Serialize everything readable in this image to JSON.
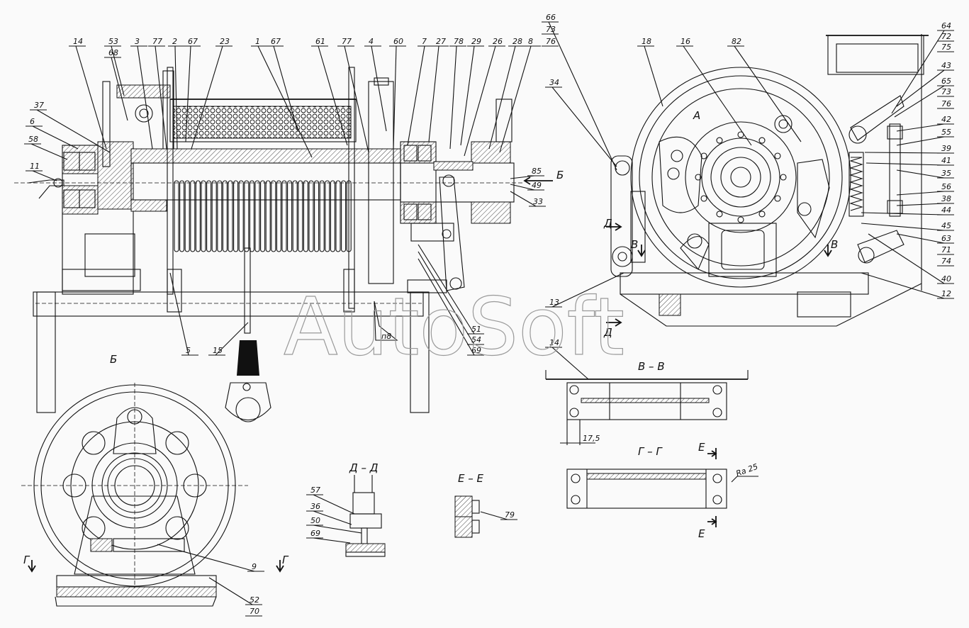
{
  "watermark": "AutoSoft",
  "section_labels": {
    "view_b": "Б",
    "arrow_b": "Б",
    "vv": "В – В",
    "gg": "Г – Г",
    "dd": "Д – Д",
    "ee": "Е – Е",
    "a_mark": "А",
    "v_left": "В",
    "v_right": "В",
    "d_top": "Д",
    "d_bottom": "Д",
    "g_left": "Г",
    "g_right": "Г",
    "e_top": "Е",
    "e_bottom": "Е"
  },
  "annotations": {
    "roughness": "Ra 25",
    "weld": "п8",
    "dim_17_5": "17,5"
  },
  "callouts_top": [
    "14",
    "53",
    "68",
    "3",
    "77",
    "2",
    "67",
    "23",
    "1",
    "67",
    "61",
    "77",
    "4",
    "60",
    "7",
    "27",
    "78",
    "29",
    "26",
    "28",
    "8"
  ],
  "callout_stack_66": [
    "66",
    "73",
    "76"
  ],
  "callouts_left": [
    "37",
    "6",
    "58",
    "11"
  ],
  "callouts_mid": [
    "85",
    "49",
    "33",
    "5",
    "15",
    "51",
    "54",
    "69",
    "13",
    "14",
    "34"
  ],
  "callouts_right_view": [
    "18",
    "16",
    "82"
  ],
  "callouts_right_column": [
    "64",
    "72",
    "75",
    "43",
    "65",
    "73",
    "76",
    "42",
    "55",
    "39",
    "41",
    "35",
    "56",
    "38",
    "44",
    "45",
    "63",
    "71",
    "74",
    "40",
    "12"
  ],
  "callouts_bottom": [
    "9",
    "52",
    "70",
    "57",
    "36",
    "50",
    "69",
    "79"
  ]
}
